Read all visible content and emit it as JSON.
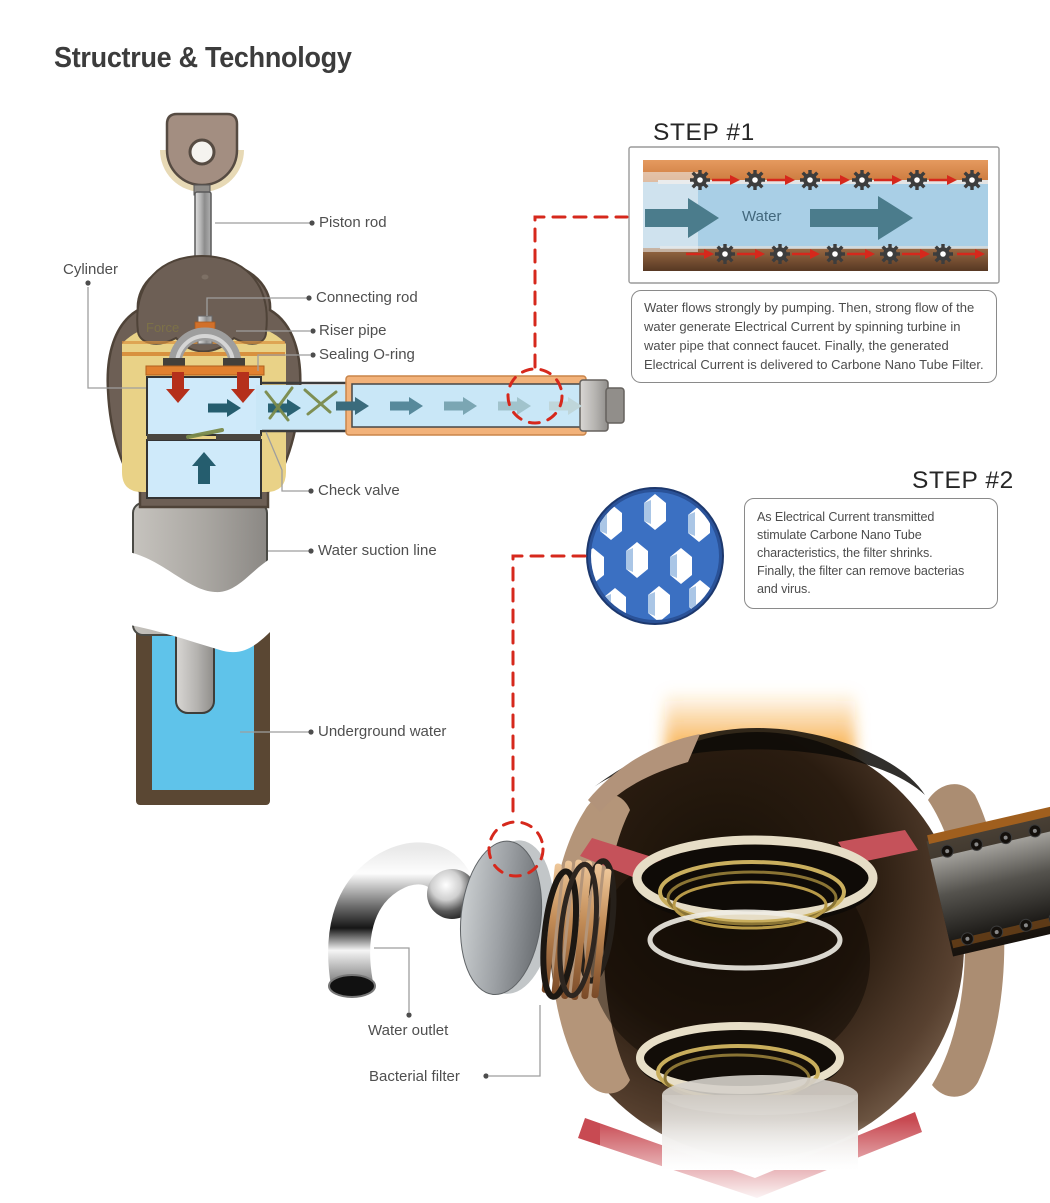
{
  "title": "Structrue & Technology",
  "labels": {
    "piston_rod": "Piston rod",
    "cylinder": "Cylinder",
    "connecting_rod": "Connecting rod",
    "riser_pipe": "Riser pipe",
    "sealing_o_ring": "Sealing O-ring",
    "check_valve": "Check valve",
    "water_suction_line": "Water suction line",
    "underground_water": "Underground water",
    "force": "Force",
    "water_outlet": "Water outlet",
    "bacterial_filter": "Bacterial filter"
  },
  "step1": {
    "heading": "STEP #1",
    "water_label": "Water",
    "description": "Water flows strongly by pumping. Then, strong flow of the water generate Electrical Current by spinning turbine in water pipe that connect faucet. Finally, the generated Electrical Current is delivered to Carbone Nano Tube Filter."
  },
  "step2": {
    "heading": "STEP #2",
    "description": "As Electrical Current transmitted stimulate Carbone Nano Tube characteristics, the filter shrinks.\nFinally, the filter can remove bacterias and virus."
  },
  "colors": {
    "accent_red_dashed": "#d6281c",
    "pipe_orange": "#f2b27a",
    "water_light_blue": "#cfeafa",
    "underground_water_blue": "#5fc3ea",
    "filter_blue": "#3b70c2",
    "arrow_teal": "#2b5d6e",
    "well_brown": "#5a4733",
    "pump_body_taupe": "#6d5f55"
  }
}
